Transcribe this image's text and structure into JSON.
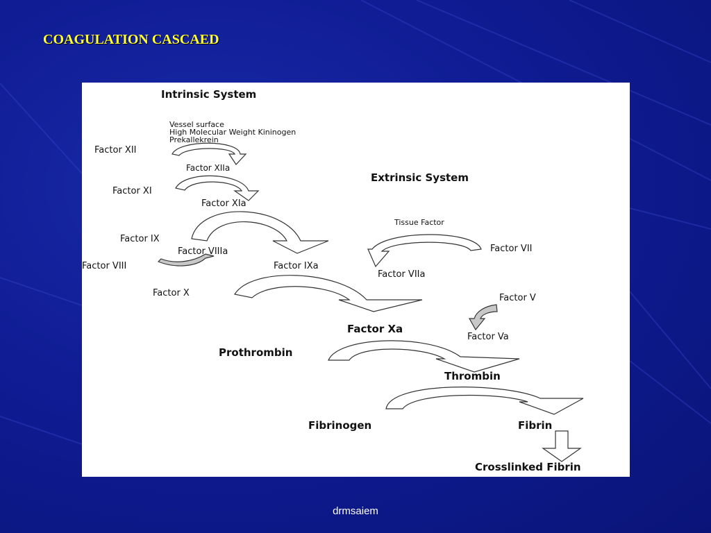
{
  "slide": {
    "title": "COAGULATION CASCAED",
    "footer": "drmsaiem"
  },
  "diagram": {
    "intrinsic_heading": "Intrinsic System",
    "extrinsic_heading": "Extrinsic System",
    "contact_factors": [
      "Vessel surface",
      "High Molecular Weight Kininogen",
      "Prekallekrein"
    ],
    "factor_xii": "Factor XII",
    "factor_xiia": "Factor XIIa",
    "factor_xi": "Factor XI",
    "factor_xia": "Factor XIa",
    "factor_ix": "Factor IX",
    "factor_viiia": "Factor VIIIa",
    "factor_viii": "Factor VIII",
    "factor_ixa": "Factor IXa",
    "tissue_factor": "Tissue Factor",
    "factor_vii": "Factor VII",
    "factor_viia": "Factor VIIa",
    "factor_x": "Factor X",
    "factor_v": "Factor V",
    "factor_xa": "Factor Xa",
    "factor_va": "Factor  Va",
    "prothrombin": "Prothrombin",
    "thrombin": "Thrombin",
    "fibrinogen": "Fibrinogen",
    "fibrin": "Fibrin",
    "crosslinked_fibrin": "Crosslinked Fibrin"
  },
  "colors": {
    "title": "#ffff33",
    "background": "#0f1c94",
    "panel": "#ffffff",
    "arrow_fill": "#ffffff",
    "arrow_gray": "#c8c8c8",
    "arrow_stroke": "#333333"
  }
}
